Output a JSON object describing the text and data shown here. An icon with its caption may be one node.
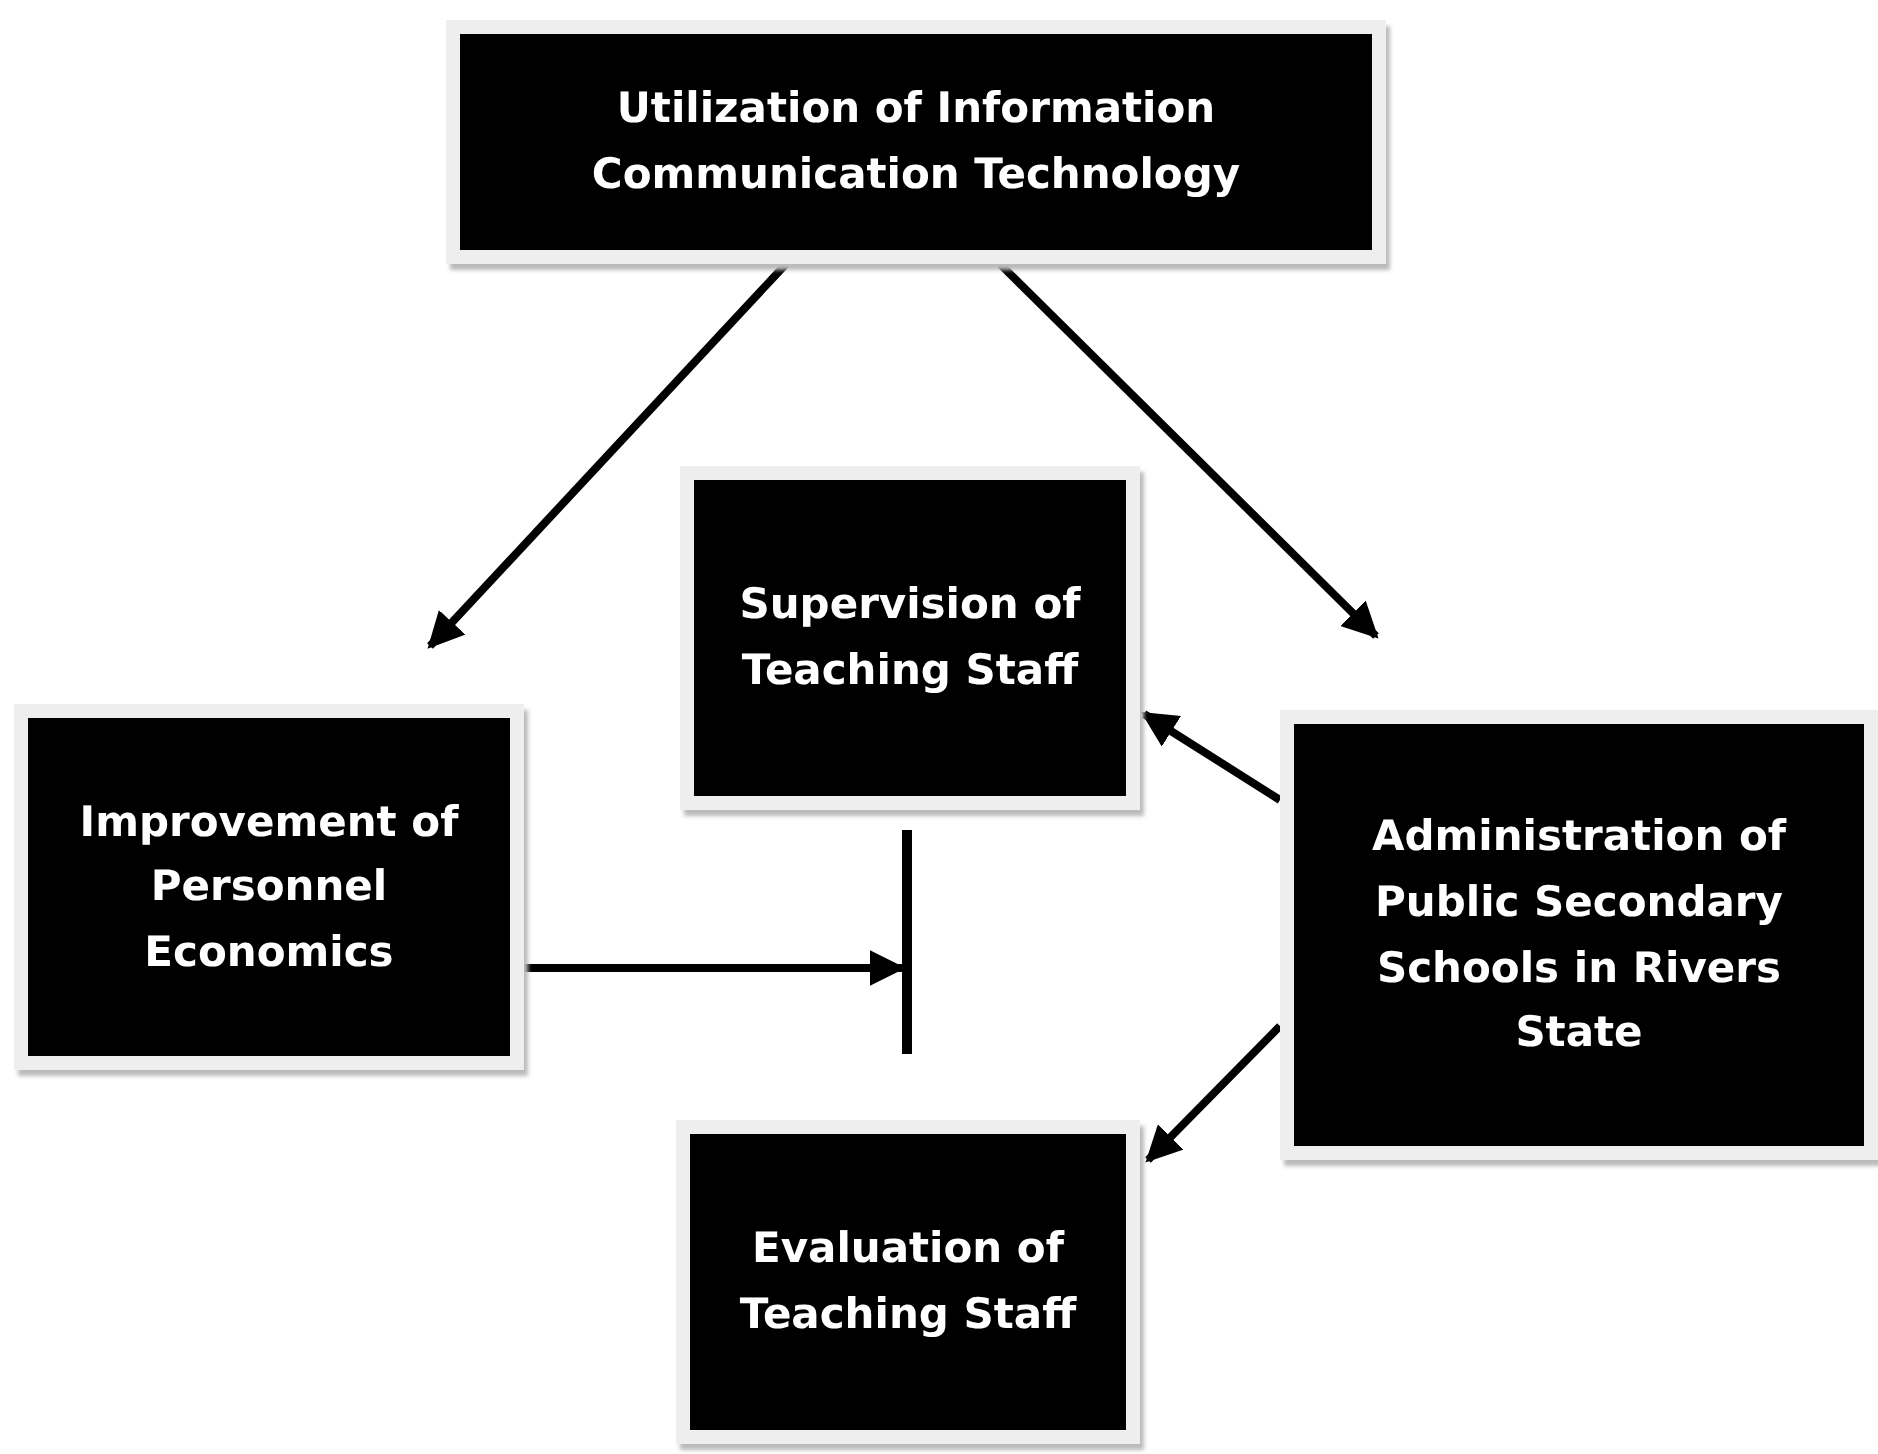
{
  "diagram": {
    "nodes": [
      {
        "text": [
          "Utilization of Information Communication Technology"
        ]
      },
      {
        "text": [
          "Supervision of Teaching Staff"
        ]
      },
      {
        "text": [
          "Improvement of Personnel Economics"
        ]
      },
      {
        "text": [
          "Administration of Public Secondary Schools in Rivers State"
        ]
      },
      {
        "text": [
          "Evaluation of Teaching Staff"
        ]
      },
      {
        "text": [],
        "shape": "bar"
      }
    ],
    "edges": [
      {
        "from": 0,
        "to": 2,
        "arrow": "to"
      },
      {
        "from": 0,
        "to": 3,
        "arrow": "to"
      },
      {
        "from": 3,
        "to": 1,
        "arrow": "to"
      },
      {
        "from": 3,
        "to": 4,
        "arrow": "to"
      },
      {
        "from": 2,
        "to": 5,
        "arrow": "to"
      }
    ]
  }
}
